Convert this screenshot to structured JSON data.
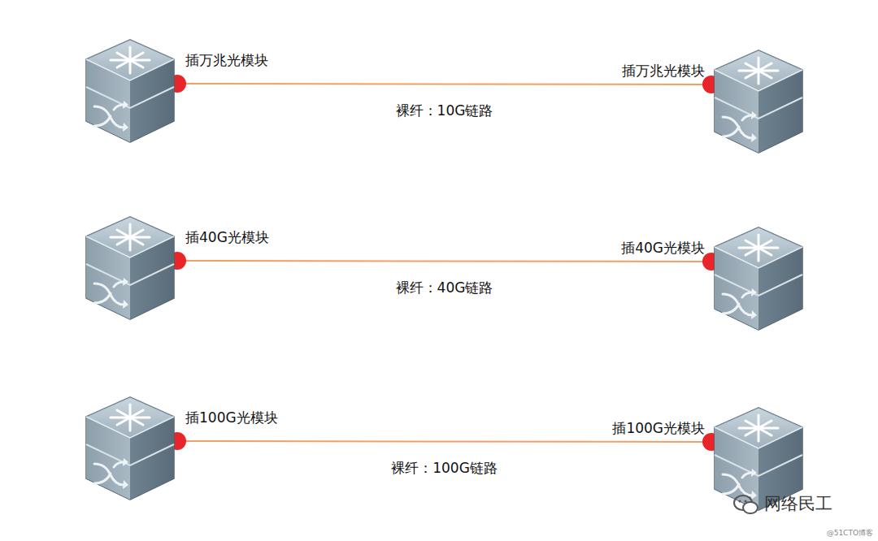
{
  "diagram": {
    "nodes": [
      {
        "text": [
          "插万兆光模块"
        ]
      },
      {
        "text": [
          "插万兆光模块"
        ]
      },
      {
        "text": [
          "插40G光模块"
        ]
      },
      {
        "text": [
          "插40G光模块"
        ]
      },
      {
        "text": [
          "插100G光模块"
        ]
      },
      {
        "text": [
          "插100G光模块"
        ]
      }
    ],
    "edges": [
      {
        "from": 0,
        "to": 1,
        "arrow": "none",
        "label": "裸纤：10G链路"
      },
      {
        "from": 2,
        "to": 3,
        "arrow": "none",
        "label": "裸纤：40G链路"
      },
      {
        "from": 4,
        "to": 5,
        "arrow": "none",
        "label": "裸纤：100G链路"
      }
    ],
    "labels": [
      "网络民工",
      "@51CTO博客"
    ]
  }
}
